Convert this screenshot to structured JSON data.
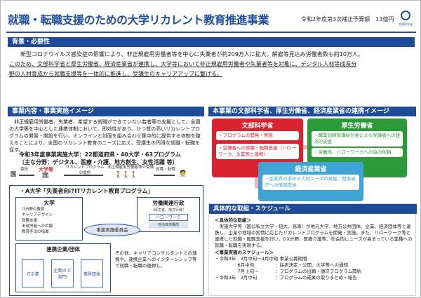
{
  "header": {
    "title": "就職・転職支援のための大学リカレント教育推進事業",
    "budget": "令和2年度第3次補正予算額　13億円",
    "logo_text": "文部科学省"
  },
  "background": {
    "label": "背景・必要性",
    "line1": "新型コロナウイルス感染症の影響により、非正規雇用労働者等を中心に失業者が約209万人に拡大。解雇等見込み労働者数も約10万人。",
    "line2": "このため、文部科学省と厚生労働省、経済産業省が連携し、大学等において非正規雇用労働者や失業者等を対象に、デジタル人材等成長分",
    "line3": "野の人材育成から就職支援等を一体的に推進し、受講生のキャリアアップに繋げる。"
  },
  "left": {
    "label": "事業内容・事業実施イメージ",
    "text": "非正規雇用労働者、失業者、希望する就職ができていない若者等の支援として、全国の大学等を中心とした連携体制において、即効性があり、かつ質の高いリカレントプログラムの開発・開設を行い、オンラインと対面を組み合わせ集中的に提供する体制を整えることにより、全国のリカレント教育のニーズに応え、受講生の円滑な就職・転職を促す。",
    "sub_title_1": "令和3年度事業実施大学：22都道府県・40大学・63プログラム",
    "sub_title_2": "（主な分野：デジタル、医療・介護、地方創生、女性活躍 等）",
    "flow": {
      "kuni": "国",
      "itaku": "委託",
      "daigaku": "大学等",
      "program": "リカレントプログラムの提供",
      "jyukou": "非正規雇用労働者等の受講",
      "shushoku": "就職・転職"
    }
  },
  "program": {
    "title": "・A大学「失業者向けITリカレント教育プログラム」",
    "daigaku_title": "大学",
    "daigaku_items": [
      "IT分野の教育",
      "キャリアデザイン",
      "就職支援",
      "未就労者への広報",
      "教育手法の指導"
    ],
    "roudou_title": "労働関連行政",
    "roudou_sub": "（厚労省、地方行政）",
    "hellowork": "ハローワーク",
    "jiritsu": "自治体労働局",
    "iinkai": "事業実施委員会",
    "kigyou_title": "連携企業/団体",
    "kigyou_cells": [
      "IT企業",
      "企業の IT部門",
      "業界団体"
    ],
    "other_text": "その他、キャリアコンサルタントとの連携や、連携企業へのインターンシップ等で就職・転職の後押し。"
  },
  "right": {
    "label": "本事業の文部科学省、厚生労働省、経済産業省の連携イメージ",
    "mext": {
      "title": "文部科学省",
      "item1": "・プログラムの開発・実施",
      "item2": "・受講者への就職・転職支援（ハローワーク、企業等と連携）"
    },
    "mhlw": {
      "title": "厚生労働省",
      "item1": "・職業訓練受講給付金による受講者への経済的支援",
      "item2": "・労働局、ハローワークへの協力依頼"
    },
    "meti": {
      "title": "経済産業省",
      "item1": "・産業界の求める人材ニーズの発掘、関係省庁への情報提供"
    }
  },
  "schedule": {
    "title": "具体的な取組・スケジュール",
    "sec1": "＜具体的な取組＞",
    "sec1_text": "実施大学等（国公私立大学・短大、高専）が地元大学、地方公共団体、企業、経済団体等と連携し、企業や地域の実情に応じたリカレントプログラムを開発・実施。また、ハローワーク等と連携した就職・転職支援を行い、DX分野、医療介護等、社会的にニーズが高まっている業種への就職・転職を実現する。",
    "sec2": "＜事業実施のスケジュール＞",
    "rows": [
      {
        "a": "・令和3年　3月中旬～4月中旬",
        "b": "：事業公募期間"
      },
      {
        "a": "　　　　　6月中旬",
        "b": "：採択決定・公開、大学等への通知"
      },
      {
        "a": "　　　　　7月上旬～",
        "b": "：プログラムの出願・順次プログラム開始"
      },
      {
        "a": "・令和4年　3月中旬",
        "b": "：プログラムの成果の取りまとめ・報告"
      }
    ]
  }
}
